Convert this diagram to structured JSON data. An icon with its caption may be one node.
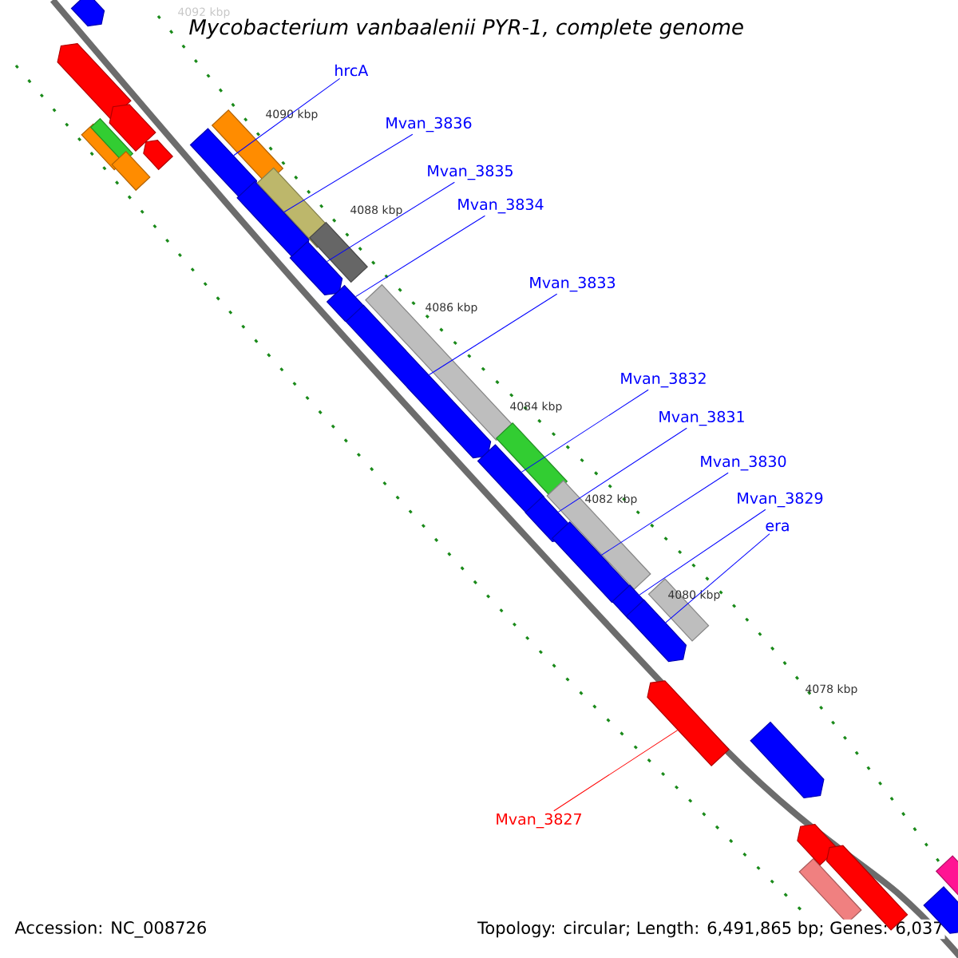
{
  "diagram": {
    "title": "*Mycobacterium vanbaalenii* PYR-1, complete genome",
    "nodes": [
      {
        "text": [
          "hrcA"
        ]
      },
      {
        "text": [
          "Mvan_3836"
        ]
      },
      {
        "text": [
          "Mvan_3835"
        ]
      },
      {
        "text": [
          "Mvan_3834"
        ]
      },
      {
        "text": [
          "Mvan_3833"
        ]
      },
      {
        "text": [
          "Mvan_3832"
        ]
      },
      {
        "text": [
          "Mvan_3831"
        ]
      },
      {
        "text": [
          "Mvan_3830"
        ]
      },
      {
        "text": [
          "Mvan_3829"
        ]
      },
      {
        "text": [
          "era"
        ]
      },
      {
        "text": [],
        "shape": "arrow"
      },
      {
        "text": [],
        "shape": "arrow"
      },
      {
        "text": [],
        "shape": "arrow"
      },
      {
        "text": [],
        "shape": "arrow"
      },
      {
        "text": [],
        "shape": "arrow"
      },
      {
        "text": [],
        "shape": "arrow"
      },
      {
        "text": [],
        "shape": "arrow"
      },
      {
        "text": [],
        "shape": "arrow"
      },
      {
        "text": [],
        "shape": "arrow"
      },
      {
        "text": [],
        "shape": "arrow"
      },
      {
        "text": [],
        "shape": "arrow"
      },
      {
        "text": [
          "Mvan_3827"
        ]
      },
      {
        "text": [],
        "shape": "arrow"
      },
      {
        "text": [],
        "shape": "arrow"
      },
      {
        "text": [],
        "shape": "arrow"
      },
      {
        "text": [],
        "shape": "arrow"
      },
      {
        "text": [],
        "shape": "arrow"
      },
      {
        "text": [],
        "shape": "arrow"
      },
      {
        "text": [],
        "shape": "arrow"
      },
      {
        "text": [],
        "shape": "arrow"
      }
    ],
    "edges": [
      {
        "from": 0,
        "to": 10,
        "arrow": "none"
      },
      {
        "from": 1,
        "to": 11,
        "arrow": "none"
      },
      {
        "from": 2,
        "to": 12,
        "arrow": "none"
      },
      {
        "from": 3,
        "to": 13,
        "arrow": "none"
      },
      {
        "from": 4,
        "to": 14,
        "arrow": "none"
      },
      {
        "from": 5,
        "to": 15,
        "arrow": "none"
      },
      {
        "from": 6,
        "to": 16,
        "arrow": "none"
      },
      {
        "from": 7,
        "to": 17,
        "arrow": "none"
      },
      {
        "from": 8,
        "to": 18,
        "arrow": "none"
      },
      {
        "from": 9,
        "to": 19,
        "arrow": "none"
      },
      {
        "from": 21,
        "to": 20,
        "arrow": "none",
        "color": "#ff0000"
      }
    ],
    "labels": [
      "4092 kbp",
      "4090 kbp",
      "4088 kbp",
      "4086 kbp",
      "4084 kbp",
      "4082 kbp",
      "4080 kbp",
      "4078 kbp",
      "Accession: NC_008726",
      "Topology: circular; Length: 6,491,865 bp; Genes: 6,037"
    ]
  }
}
